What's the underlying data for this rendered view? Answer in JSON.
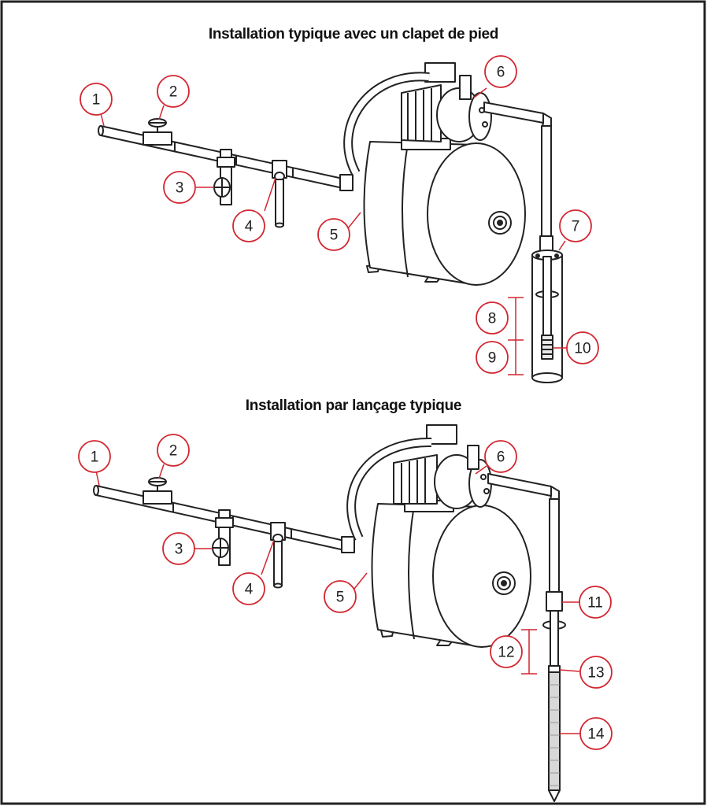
{
  "colors": {
    "callout": "#d22630",
    "line": "#222222",
    "background": "#ffffff"
  },
  "diagrams": [
    {
      "title": "Installation typique avec un clapet de pied",
      "callouts": [
        "1",
        "2",
        "3",
        "4",
        "5",
        "6",
        "7",
        "8",
        "9",
        "10"
      ]
    },
    {
      "title": "Installation par lançage typique",
      "callouts": [
        "1",
        "2",
        "3",
        "4",
        "5",
        "6",
        "11",
        "12",
        "13",
        "14"
      ]
    }
  ]
}
